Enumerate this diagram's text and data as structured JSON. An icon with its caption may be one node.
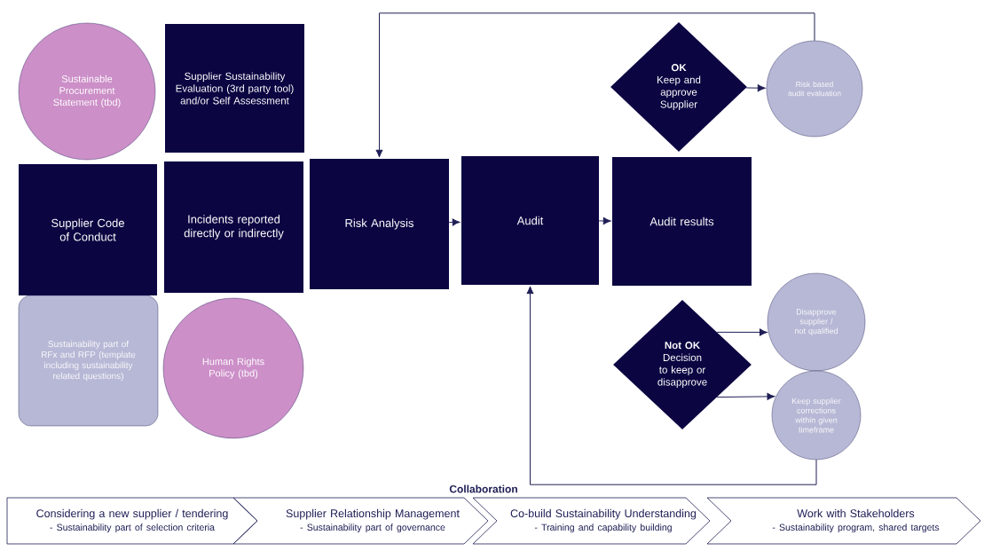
{
  "diagram": {
    "nodes": [
      {
        "text": [
          "Sustainable Procurement Statement (tbd)"
        ]
      },
      {
        "text": [
          "Supplier Sustainability Evaluation (3rd party tool) and/or Self Assessment"
        ]
      },
      {
        "text": [
          "Supplier Code of Conduct"
        ]
      },
      {
        "text": [
          "Incidents reported directly or indirectly"
        ]
      },
      {
        "text": [
          "Risk Analysis"
        ]
      },
      {
        "text": [
          "Audit"
        ]
      },
      {
        "text": [
          "Audit results"
        ]
      },
      {
        "text": [
          "OK",
          "Keep and approve Supplier"
        ]
      },
      {
        "text": [
          "Risk based audit evaluation"
        ]
      },
      {
        "text": [
          "Sustainability part of RFx and RFP (template including sustainability related questions)"
        ]
      },
      {
        "text": [
          "Human Rights Policy (tbd)"
        ]
      },
      {
        "text": [
          "Not OK",
          "Decision to keep or disapprove"
        ]
      },
      {
        "text": [
          "Disapprove supplier / not qualified"
        ]
      },
      {
        "text": [
          "Keep supplier corrections within given timeframe"
        ]
      },
      {
        "text": [
          "Considering a new supplier / tendering",
          "- Sustainability part of selection criteria"
        ]
      },
      {
        "text": [
          "Supplier Relationship Management",
          "- Sustainability part of governance"
        ]
      },
      {
        "text": [
          "Co-build Sustainability Understanding",
          "- Training and capability building"
        ]
      },
      {
        "text": [
          "Work with Stakeholders",
          "- Sustainability program, shared targets"
        ]
      }
    ],
    "edges": [
      {
        "from": 4,
        "to": 5,
        "arrow": "to"
      },
      {
        "from": 5,
        "to": 6,
        "arrow": "to"
      },
      {
        "from": 7,
        "to": 8,
        "arrow": "to"
      },
      {
        "from": 8,
        "to": 4,
        "arrow": "to"
      },
      {
        "from": 11,
        "to": 12,
        "arrow": "to"
      },
      {
        "from": 11,
        "to": 13,
        "arrow": "to"
      },
      {
        "from": 13,
        "to": 5,
        "arrow": "to"
      }
    ],
    "labels": [
      "Collaboration"
    ]
  }
}
